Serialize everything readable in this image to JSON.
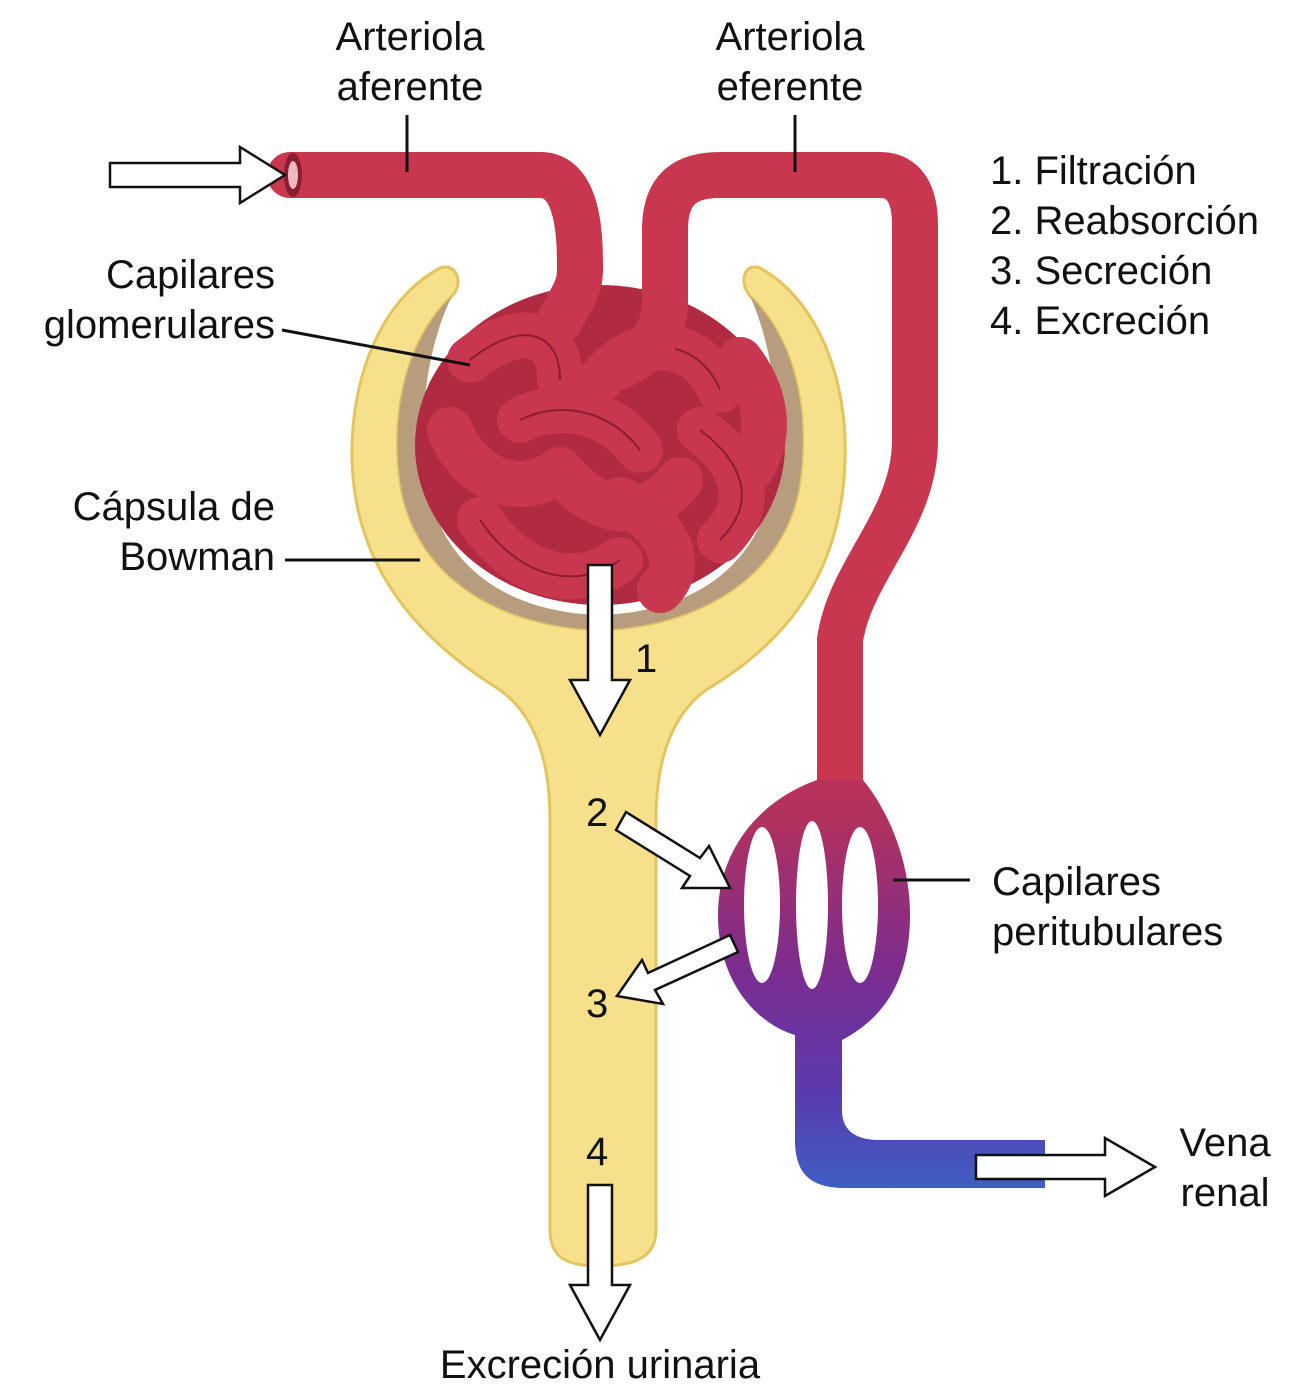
{
  "labels": {
    "afferent_line1": "Arteriola",
    "afferent_line2": "aferente",
    "efferent_line1": "Arteriola",
    "efferent_line2": "eferente",
    "glomerular_line1": "Capilares",
    "glomerular_line2": "glomerulares",
    "bowman_line1": "Cápsula de",
    "bowman_line2": "Bowman",
    "peritubular_line1": "Capilares",
    "peritubular_line2": "peritubulares",
    "vein_line1": "Vena",
    "vein_line2": "renal",
    "urinary_excretion": "Excreción urinaria"
  },
  "legend": [
    "1. Filtración",
    "2. Reabsorción",
    "3. Secreción",
    "4. Excreción"
  ],
  "step_markers": [
    "1",
    "2",
    "3",
    "4"
  ],
  "colors": {
    "artery": "#c8374e",
    "artery_dark": "#a02438",
    "capsule": "#f6e08c",
    "capsule_edge": "#e3c55f",
    "capsule_inner": "#b79d7d",
    "peritubular_top": "#c8374e",
    "peritubular_mid": "#7b2d8e",
    "vein": "#3e5fc4"
  }
}
